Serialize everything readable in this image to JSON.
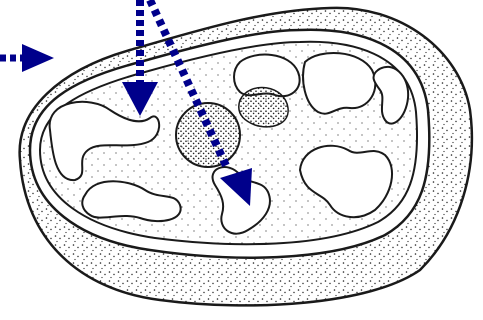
{
  "diagram": {
    "subject": "cross-section-sketch-stippled",
    "ink_color": "#1a1a1a",
    "fill_color": "#ffffff",
    "arrow_color": "#00008b",
    "arrows": [
      {
        "id": "arrow-left",
        "style": "dotted",
        "direction": "right"
      },
      {
        "id": "arrow-middle",
        "style": "dotted",
        "direction": "down"
      },
      {
        "id": "arrow-diagonal",
        "style": "dotted",
        "direction": "down-right"
      }
    ]
  }
}
